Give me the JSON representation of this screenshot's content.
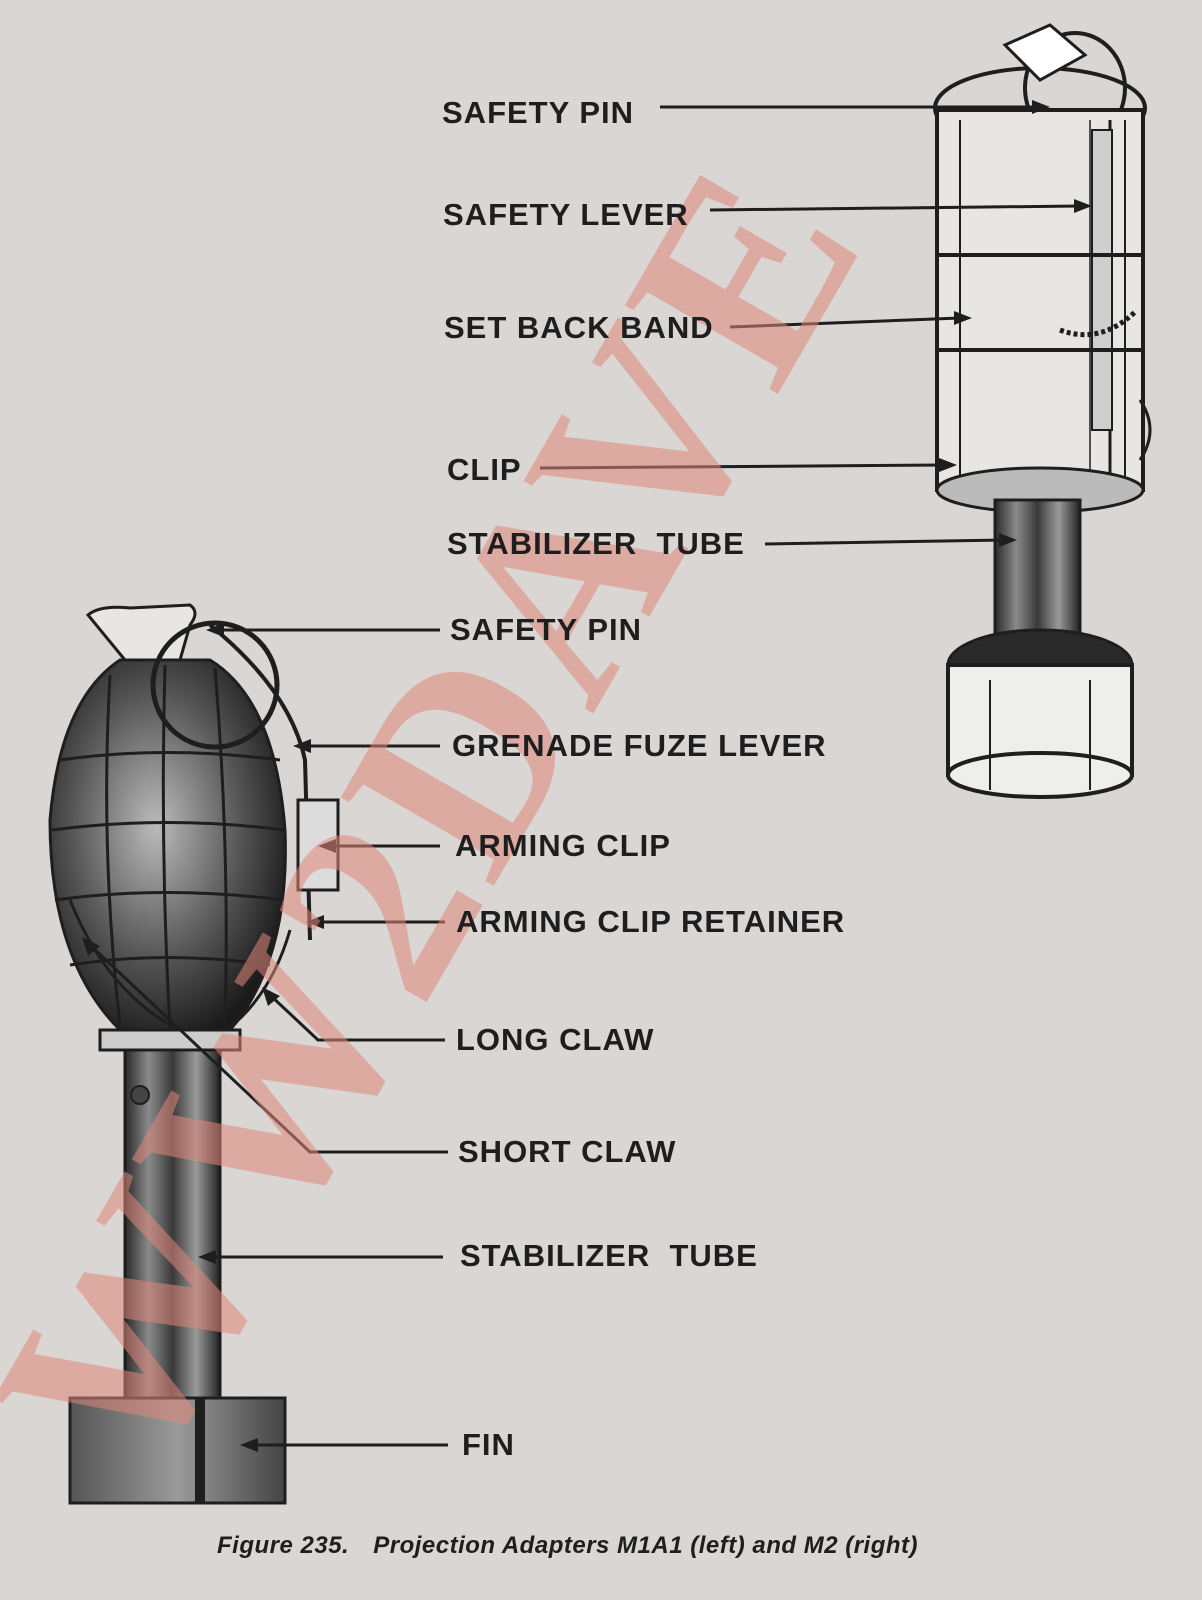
{
  "right_labels": {
    "safety_pin": "SAFETY PIN",
    "safety_lever": "SAFETY LEVER",
    "set_back_band": "SET BACK BAND",
    "clip": "CLIP",
    "stabilizer_tube": "STABILIZER  TUBE"
  },
  "left_labels": {
    "safety_pin": "SAFETY PIN",
    "grenade_fuze_lever": "GRENADE FUZE LEVER",
    "arming_clip": "ARMING CLIP",
    "arming_clip_retainer": "ARMING CLIP RETAINER",
    "long_claw": "LONG CLAW",
    "short_claw": "SHORT CLAW",
    "stabilizer_tube": "STABILIZER  TUBE",
    "fin": "FIN"
  },
  "caption": {
    "figure": "Figure 235.",
    "text": "Projection Adapters M1A1 (left) and M2 (right)"
  },
  "watermark": {
    "text": "WW2DAVE",
    "color": "#e0877a"
  },
  "colors": {
    "paper": "#d9d6d3",
    "ink": "#1e1e1e"
  }
}
